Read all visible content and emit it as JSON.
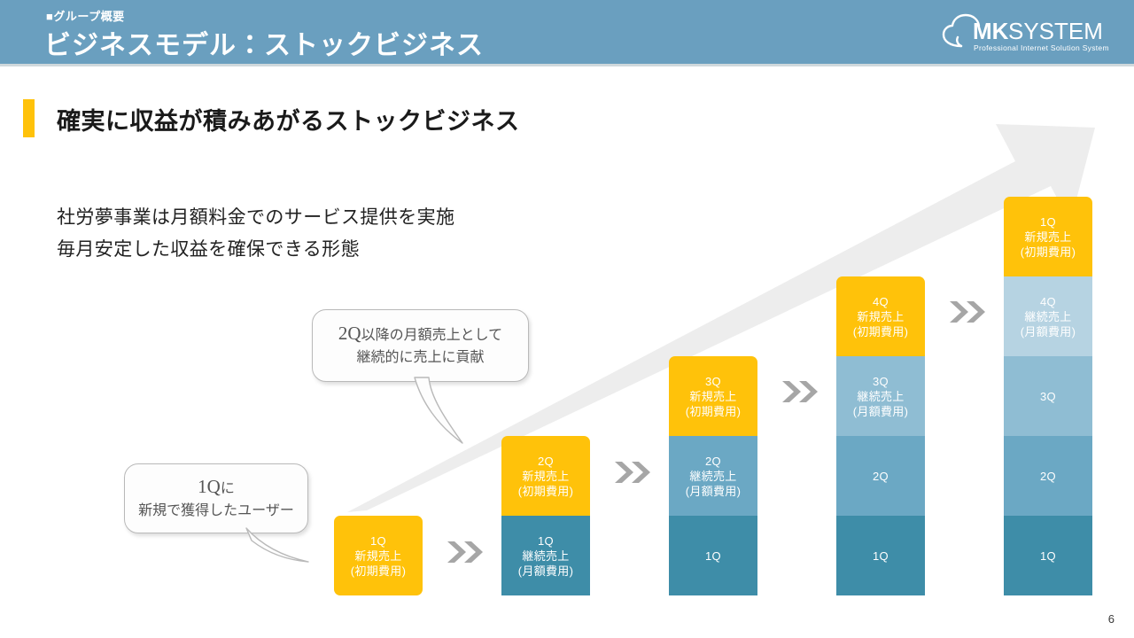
{
  "header": {
    "eyebrow": "■グループ概要",
    "title": "ビジネスモデル：ストックビジネス",
    "logo": {
      "name_bold": "MK",
      "name_light": "SYSTEM",
      "tagline": "Professional Internet Solution System"
    },
    "bg_color": "#6a9fbf"
  },
  "headline": {
    "text": "確実に収益が積みあがるストックビジネス",
    "accent_color": "#ffc20a"
  },
  "body": {
    "line1": "社労夢事業は月額料金でのサービス提供を実施",
    "line2": "毎月安定した収益を確保できる形態"
  },
  "callouts": [
    {
      "id": "callout-1q-new-users",
      "line1_big": "1Q",
      "line1_small": "に",
      "line2": "新規で獲得したユーザー"
    },
    {
      "id": "callout-2q-monthly",
      "line1_big": "2Q",
      "line1_small": "以降の月額売上として",
      "line2": "継続的に売上に貢献"
    }
  ],
  "chart_data": {
    "type": "bar",
    "title": "確実に収益が積みあがるストックビジネス",
    "stacked": true,
    "xlabel": "",
    "ylabel": "",
    "legend": [
      {
        "label": "新規売上（初期費用）",
        "color": "#ffc20a"
      },
      {
        "label": "継続売上（月額費用）",
        "color": "#b6d3e2"
      }
    ],
    "colors": {
      "new_sales": "#ffc20a",
      "stock_1": "#b6d3e2",
      "stock_2": "#8fbdd3",
      "stock_3": "#6ba8c4",
      "stock_4": "#3e8da8",
      "chevron": "#a6a6a6",
      "bg_arrow": "#ededed"
    },
    "categories": [
      "1Q",
      "2Q",
      "3Q",
      "4Q",
      "1Q"
    ],
    "values": [
      1,
      2,
      3,
      4,
      5
    ],
    "columns": [
      {
        "period": "1Q",
        "total": 1,
        "segments": [
          {
            "kind": "new",
            "value": 1,
            "color": "#ffc20a",
            "lines": [
              "1Q",
              "新規売上",
              "(初期費用)"
            ]
          }
        ]
      },
      {
        "period": "2Q",
        "total": 2,
        "segments": [
          {
            "kind": "new",
            "value": 1,
            "color": "#ffc20a",
            "lines": [
              "2Q",
              "新規売上",
              "(初期費用)"
            ]
          },
          {
            "kind": "stock",
            "value": 1,
            "color": "#3e8da8",
            "lines": [
              "1Q",
              "継続売上",
              "(月額費用)"
            ]
          }
        ]
      },
      {
        "period": "3Q",
        "total": 3,
        "segments": [
          {
            "kind": "new",
            "value": 1,
            "color": "#ffc20a",
            "lines": [
              "3Q",
              "新規売上",
              "(初期費用)"
            ]
          },
          {
            "kind": "stock",
            "value": 1,
            "color": "#6ba8c4",
            "lines": [
              "2Q",
              "継続売上",
              "(月額費用)"
            ]
          },
          {
            "kind": "stock",
            "value": 1,
            "color": "#3e8da8",
            "lines": [
              "1Q"
            ]
          }
        ]
      },
      {
        "period": "4Q",
        "total": 4,
        "segments": [
          {
            "kind": "new",
            "value": 1,
            "color": "#ffc20a",
            "lines": [
              "4Q",
              "新規売上",
              "(初期費用)"
            ]
          },
          {
            "kind": "stock",
            "value": 1,
            "color": "#8fbdd3",
            "lines": [
              "3Q",
              "継続売上",
              "(月額費用)"
            ]
          },
          {
            "kind": "stock",
            "value": 1,
            "color": "#6ba8c4",
            "lines": [
              "2Q"
            ]
          },
          {
            "kind": "stock",
            "value": 1,
            "color": "#3e8da8",
            "lines": [
              "1Q"
            ]
          }
        ]
      },
      {
        "period": "1Q",
        "total": 5,
        "segments": [
          {
            "kind": "new",
            "value": 1,
            "color": "#ffc20a",
            "lines": [
              "1Q",
              "新規売上",
              "(初期費用)"
            ]
          },
          {
            "kind": "stock",
            "value": 1,
            "color": "#b6d3e2",
            "lines": [
              "4Q",
              "継続売上",
              "(月額費用)"
            ]
          },
          {
            "kind": "stock",
            "value": 1,
            "color": "#8fbdd3",
            "lines": [
              "3Q"
            ]
          },
          {
            "kind": "stock",
            "value": 1,
            "color": "#6ba8c4",
            "lines": [
              "2Q"
            ]
          },
          {
            "kind": "stock",
            "value": 1,
            "color": "#3e8da8",
            "lines": [
              "1Q"
            ]
          }
        ]
      }
    ],
    "separators": [
      "»",
      "»",
      "»",
      "»"
    ]
  },
  "footer": {
    "page_number": "6"
  }
}
